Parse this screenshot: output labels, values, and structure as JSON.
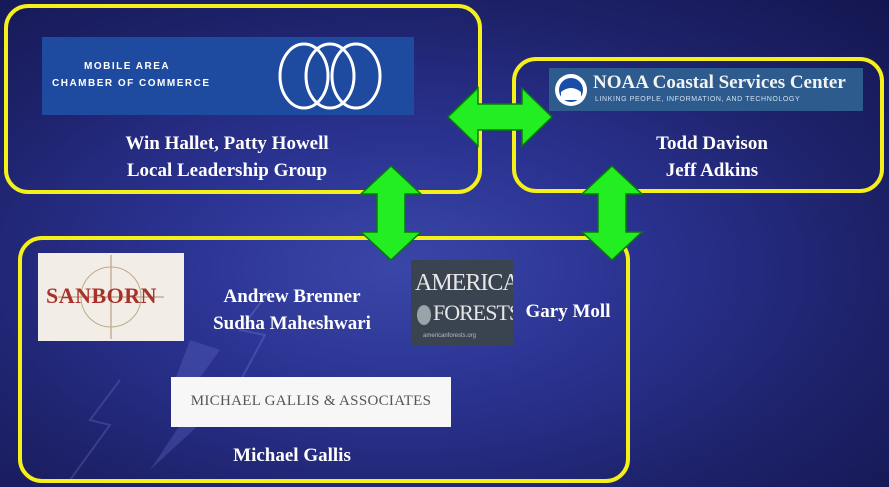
{
  "chamber": {
    "logo_line1": "MOBILE AREA",
    "logo_line2": "CHAMBER OF COMMERCE",
    "names": "Win Hallet, Patty Howell",
    "group": "Local Leadership Group"
  },
  "noaa": {
    "logo_title": "NOAA Coastal Services Center",
    "logo_tagline": "LINKING PEOPLE, INFORMATION, AND TECHNOLOGY",
    "name1": "Todd Davison",
    "name2": "Jeff Adkins"
  },
  "partners": {
    "sanborn_logo": "SANBORN",
    "sanborn_name1": "Andrew Brenner",
    "sanborn_name2": "Sudha Maheshwari",
    "af_logo_line1": "AMERICAN",
    "af_logo_line2": "FORESTS",
    "af_url": "americanforests.org",
    "af_name": "Gary Moll",
    "gallis_logo": "MICHAEL GALLIS & ASSOCIATES",
    "gallis_name": "Michael Gallis"
  },
  "colors": {
    "border": "#f5f01a",
    "arrow": "#22ee22",
    "text": "#ffffff"
  }
}
